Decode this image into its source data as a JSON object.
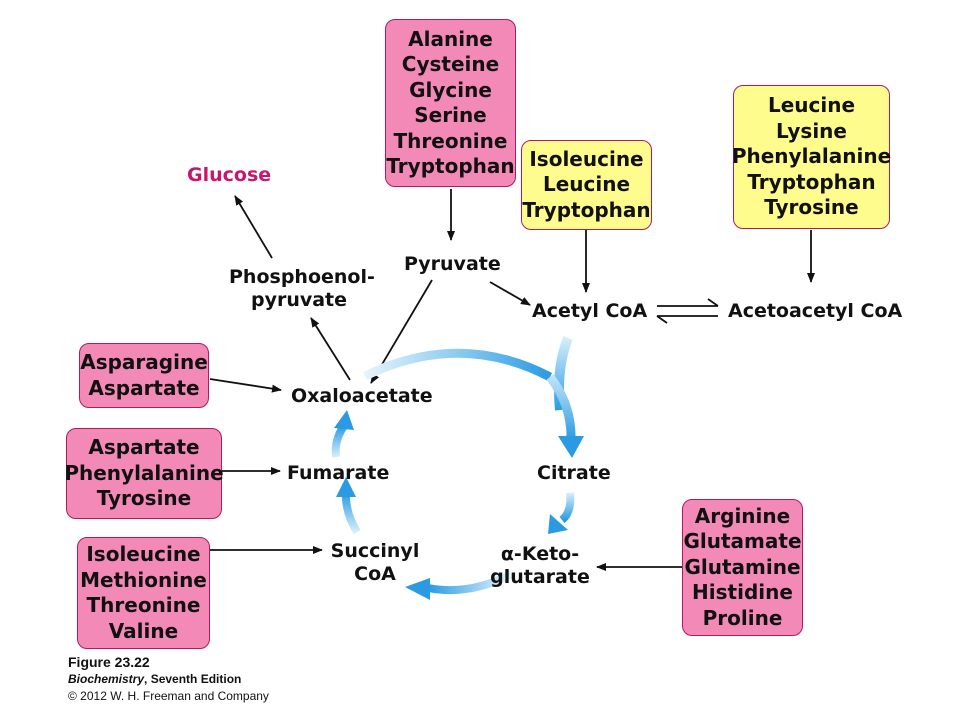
{
  "boxes": {
    "pyruvate_sources": [
      "Alanine",
      "Cysteine",
      "Glycine",
      "Serine",
      "Threonine",
      "Tryptophan"
    ],
    "acetyl_sources": [
      "Isoleucine",
      "Leucine",
      "Tryptophan"
    ],
    "acetoacetyl_sources": [
      "Leucine",
      "Lysine",
      "Phenylalanine",
      "Tryptophan",
      "Tyrosine"
    ],
    "oxaloacetate_sources": [
      "Asparagine",
      "Aspartate"
    ],
    "fumarate_sources": [
      "Aspartate",
      "Phenylalanine",
      "Tyrosine"
    ],
    "succinyl_sources": [
      "Isoleucine",
      "Methionine",
      "Threonine",
      "Valine"
    ],
    "ketoglutarate_sources": [
      "Arginine",
      "Glutamate",
      "Glutamine",
      "Histidine",
      "Proline"
    ]
  },
  "metabolites": {
    "glucose": "Glucose",
    "pep_line1": "Phosphoenol-",
    "pep_line2": "pyruvate",
    "pyruvate": "Pyruvate",
    "acetyl_coa": "Acetyl CoA",
    "acetoacetyl_coa": "Acetoacetyl CoA",
    "oxaloacetate": "Oxaloacetate",
    "fumarate": "Fumarate",
    "citrate": "Citrate",
    "succinyl_line1": "Succinyl",
    "succinyl_line2": "CoA",
    "ketoglutarate_line1": "α-Keto-",
    "ketoglutarate_line2": "glutarate"
  },
  "caption": {
    "figure": "Figure 23.22",
    "book_title": "Biochemistry",
    "book_edition": ", Seventh Edition",
    "copyright": "© 2012 W. H. Freeman and Company"
  },
  "colors": {
    "glucogenic_box": "#f389b6",
    "ketogenic_box": "#fefc8c",
    "box_border": "#b3195e",
    "glucose_text": "#c8176b",
    "cycle_arrow": "#2a9be3"
  }
}
